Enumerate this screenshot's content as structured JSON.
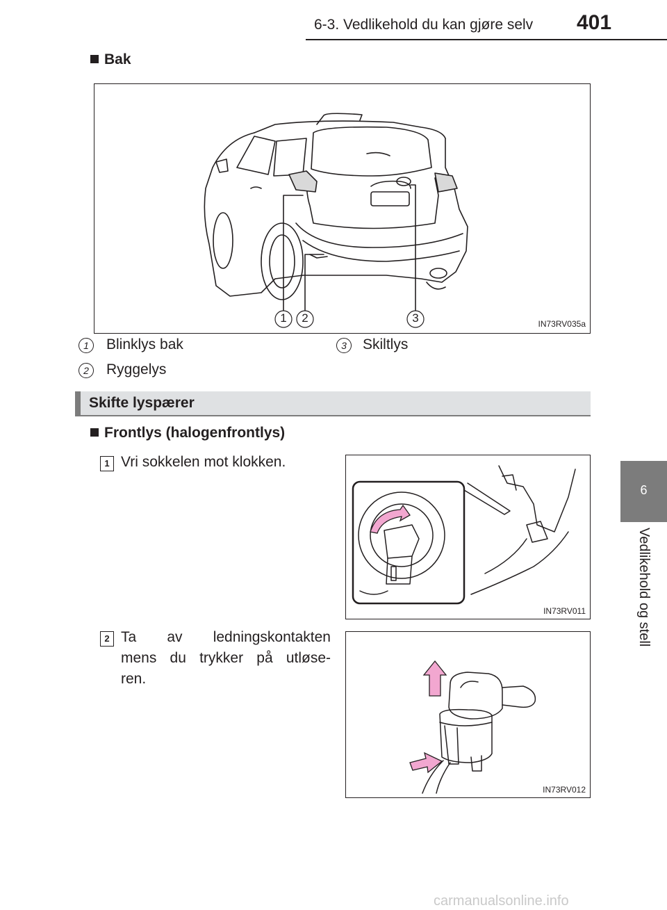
{
  "header": {
    "section_title": "6-3. Vedlikehold du kan gjøre selv",
    "page_number": "401"
  },
  "side_tab": {
    "chapter_number": "6",
    "chapter_label": "Vedlikehold og stell"
  },
  "rear_section": {
    "heading": "Bak",
    "figure_code": "IN73RV035a",
    "callouts": [
      "1",
      "2",
      "3"
    ],
    "legend": [
      {
        "num": "1",
        "label": "Blinklys bak"
      },
      {
        "num": "2",
        "label": "Ryggelys"
      },
      {
        "num": "3",
        "label": "Skiltlys"
      }
    ]
  },
  "bulb_section": {
    "bar_title": "Skifte lyspærer",
    "subheading": "Frontlys (halogenfrontlys)",
    "steps": [
      {
        "num": "1",
        "text": "Vri sokkelen mot klokken.",
        "figure_code": "IN73RV011"
      },
      {
        "num": "2",
        "text": "Ta av ledningskontakten mens du trykker på utløse-ren.",
        "lines": [
          "Ta av ledningskontakten",
          "mens du trykker på utløse-",
          "ren."
        ],
        "figure_code": "IN73RV012"
      }
    ]
  },
  "watermark": "carmanualsonline.info",
  "colors": {
    "tab_gray": "#7c7c7c",
    "bar_fill": "#dfe1e3",
    "arrow_pink": "#f2a7d0",
    "text": "#231f20"
  }
}
